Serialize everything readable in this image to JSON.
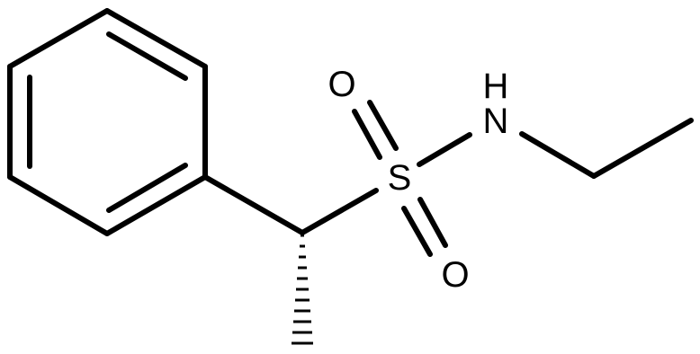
{
  "molecule": {
    "atoms": {
      "oxygen_top": "O",
      "sulfur": "S",
      "oxygen_bottom": "O",
      "nitrogen": "N",
      "nitrogen_hydrogen": "H"
    },
    "stereo": {
      "chiral_center_methyl": "hashed-wedge"
    },
    "colors": {
      "bond": "#000000",
      "label": "#000000",
      "background": "#ffffff"
    }
  }
}
